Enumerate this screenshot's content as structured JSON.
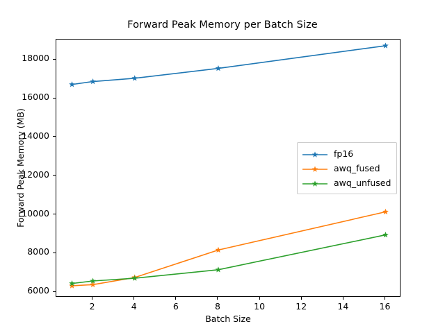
{
  "chart_data": {
    "type": "line",
    "title": "Forward Peak Memory per Batch Size",
    "xlabel": "Batch Size",
    "ylabel": "Forward Peak Memory (MB)",
    "x": [
      1,
      2,
      4,
      8,
      16
    ],
    "xlim": [
      0.25,
      16.75
    ],
    "ylim": [
      5720,
      19050
    ],
    "xticks": [
      2,
      4,
      6,
      8,
      10,
      12,
      14,
      16
    ],
    "yticks": [
      6000,
      8000,
      10000,
      12000,
      14000,
      16000,
      18000
    ],
    "grid": false,
    "legend_position": "center right",
    "marker": "star",
    "series": [
      {
        "name": "fp16",
        "color": "#1f77b4",
        "values": [
          16730,
          16880,
          17050,
          17560,
          18730
        ]
      },
      {
        "name": "awq_fused",
        "color": "#ff7f0e",
        "values": [
          6330,
          6390,
          6760,
          8180,
          10150
        ]
      },
      {
        "name": "awq_unfused",
        "color": "#2ca02c",
        "values": [
          6450,
          6580,
          6720,
          7160,
          8960
        ]
      }
    ]
  }
}
